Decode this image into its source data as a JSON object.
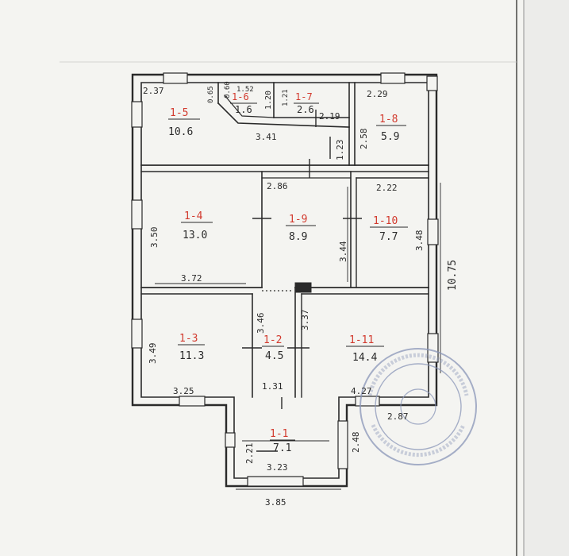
{
  "plan": {
    "overall_height": "10.75",
    "rooms": [
      {
        "key": "r1_1",
        "id": "1-1",
        "area": "7.1"
      },
      {
        "key": "r1_2",
        "id": "1-2",
        "area": "4.5"
      },
      {
        "key": "r1_3",
        "id": "1-3",
        "area": "11.3"
      },
      {
        "key": "r1_4",
        "id": "1-4",
        "area": "13.0"
      },
      {
        "key": "r1_5",
        "id": "1-5",
        "area": "10.6"
      },
      {
        "key": "r1_6",
        "id": "1-6",
        "area": "1.6"
      },
      {
        "key": "r1_7",
        "id": "1-7",
        "area": "2.6"
      },
      {
        "key": "r1_8",
        "id": "1-8",
        "area": "5.9"
      },
      {
        "key": "r1_9",
        "id": "1-9",
        "area": "8.9"
      },
      {
        "key": "r1_10",
        "id": "1-10",
        "area": "7.7"
      },
      {
        "key": "r1_11",
        "id": "1-11",
        "area": "14.4"
      }
    ],
    "dimensions": [
      "2.37",
      "0.65",
      "0.60",
      "1.52",
      "1.20",
      "1.21",
      "2.19",
      "3.41",
      "1.23",
      "2.58",
      "2.29",
      "2.86",
      "2.22",
      "3.50",
      "3.72",
      "3.44",
      "3.48",
      "3.46",
      "3.37",
      "3.49",
      "3.25",
      "1.31",
      "4.27",
      "2.87",
      "2.21",
      "3.23",
      "2.48",
      "3.85"
    ]
  },
  "colors": {
    "paper": "#f4f4f1",
    "ink": "#2a2a2a",
    "id_red": "#d23a2e",
    "stamp": "#8a96b8"
  }
}
